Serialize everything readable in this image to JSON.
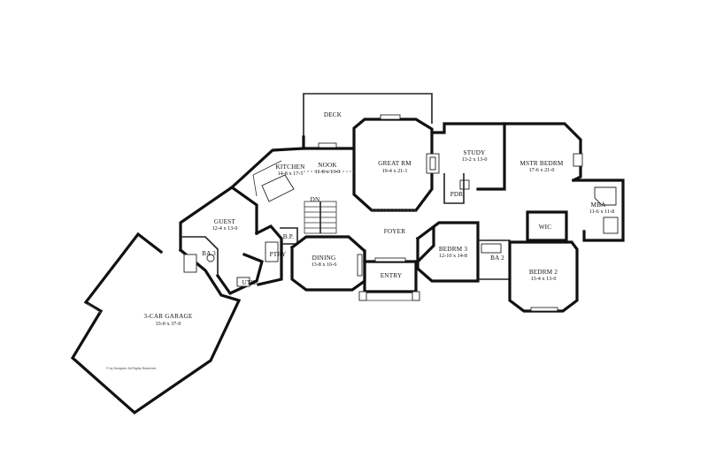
{
  "rooms": {
    "deck": {
      "name": "DECK"
    },
    "kitchen": {
      "name": "KITCHEN",
      "dim": "14-8 x 17-5"
    },
    "nook": {
      "name": "NOOK",
      "dim": "11-8 x 13-0"
    },
    "great_rm": {
      "name": "GREAT RM",
      "dim": "19-4 x 21-1"
    },
    "study": {
      "name": "STUDY",
      "dim": "13-2 x 13-0"
    },
    "mstr_bedrm": {
      "name": "MSTR BEDRM",
      "dim": "17-6 x 21-0"
    },
    "mba": {
      "name": "MBA",
      "dim": "11-6 x 11-8"
    },
    "wic": {
      "name": "WIC"
    },
    "pdr": {
      "name": "PDR"
    },
    "guest": {
      "name": "GUEST",
      "dim": "12-4 x 13-0"
    },
    "ba3": {
      "name": "BA 3"
    },
    "dn": {
      "name": "DN"
    },
    "bp": {
      "name": "B.P."
    },
    "ptry": {
      "name": "PTRY"
    },
    "util": {
      "name": "UTIL"
    },
    "dining": {
      "name": "DINING",
      "dim": "13-8 x 16-6"
    },
    "foyer": {
      "name": "FOYER"
    },
    "entry": {
      "name": "ENTRY"
    },
    "bedrm3": {
      "name": "BEDRM 3",
      "dim": "12-10 x 14-8"
    },
    "ba2": {
      "name": "BA 2"
    },
    "bedrm2": {
      "name": "BEDRM 2",
      "dim": "13-4 x 13-0"
    },
    "garage": {
      "name": "3-CAR GARAGE",
      "dim": "33-0 x 37-0"
    }
  },
  "copyright": "© by Designer. All Rights Reserved."
}
